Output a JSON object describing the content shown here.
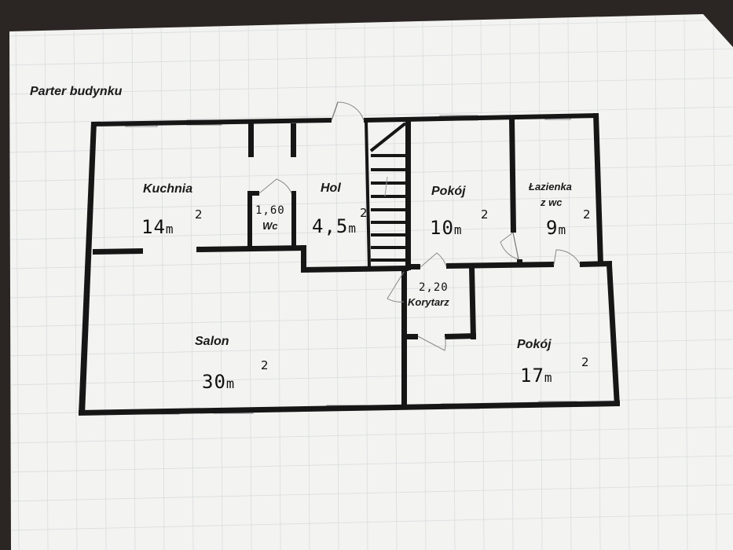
{
  "title": "Parter budynku",
  "colors": {
    "paper": "#f3f3f1",
    "walls": "#161616",
    "grid": "#d9dde0",
    "background": "#2b2623"
  },
  "rooms": {
    "kuchnia": {
      "name": "Kuchnia",
      "area": "14",
      "unit": "m",
      "exp": "2"
    },
    "wc": {
      "name": "Wc",
      "area": "1,60"
    },
    "hol": {
      "name": "Hol",
      "area": "4,5",
      "unit": "m",
      "exp": "2"
    },
    "pokoj1": {
      "name": "Pokój",
      "area": "10",
      "unit": "m",
      "exp": "2"
    },
    "lazienka": {
      "name": "Łazienka",
      "name2": "z wc",
      "area": "9",
      "unit": "m",
      "exp": "2"
    },
    "korytarz": {
      "name": "Korytarz",
      "area": "2,20"
    },
    "salon": {
      "name": "Salon",
      "area": "30",
      "unit": "m",
      "exp": "2"
    },
    "pokoj2": {
      "name": "Pokój",
      "area": "17",
      "unit": "m",
      "exp": "2"
    }
  }
}
